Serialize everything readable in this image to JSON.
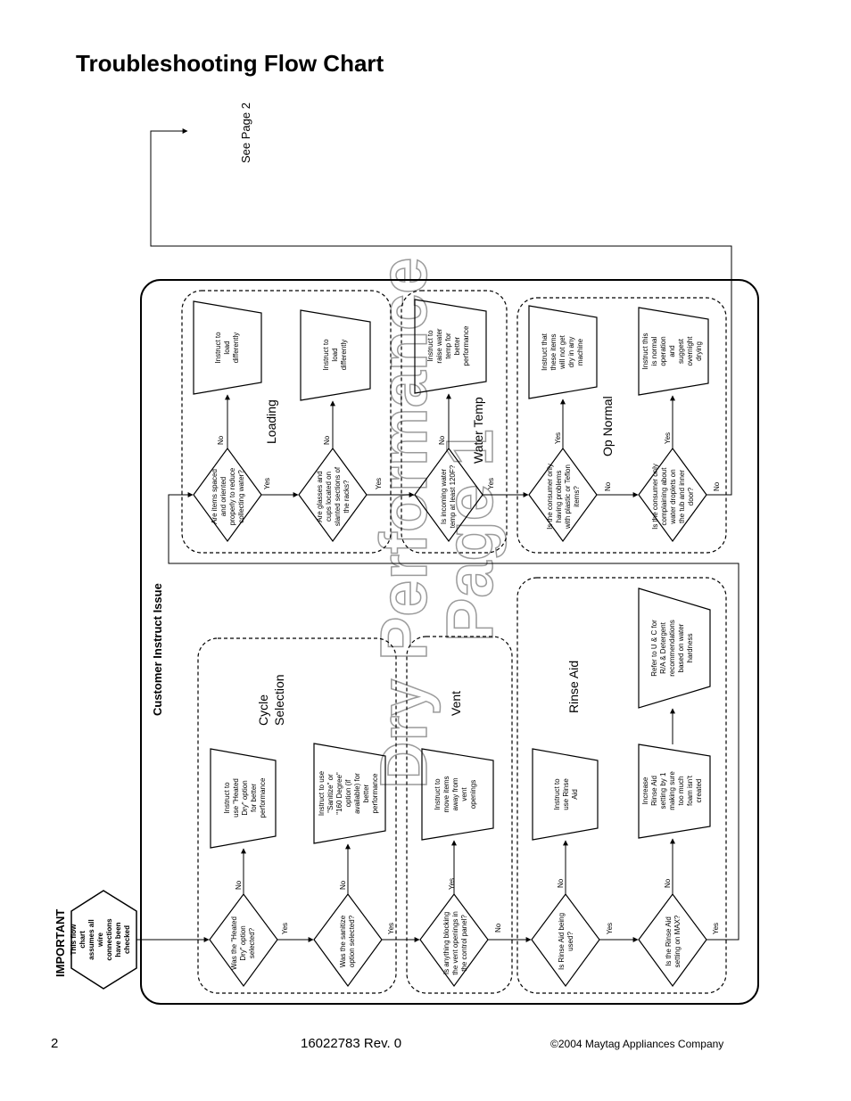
{
  "page": {
    "title": "Troubleshooting Flow Chart",
    "footer_page_number": "2",
    "footer_doc": "16022783 Rev. 0",
    "footer_copyright": "©2004 Maytag Appliances Company"
  },
  "watermark": {
    "line1": "Dry Performance",
    "line2": "Page 1"
  },
  "important": {
    "heading": "IMPORTANT",
    "lines": [
      "This flow",
      "chart",
      "assumes all",
      "wire",
      "connections",
      "have been",
      "checked"
    ]
  },
  "frame_title": "Customer Instruct Issue",
  "see_page": "See Page 2",
  "groups": {
    "loading": "Loading",
    "water_temp": "Water Temp",
    "op_normal": "Op Normal",
    "cycle_selection": [
      "Cycle",
      "Selection"
    ],
    "vent": "Vent",
    "rinse_aid": "Rinse Aid"
  },
  "answers": {
    "yes": "Yes",
    "no": "No"
  },
  "decisions": {
    "heated_dry": [
      "Was the \"Heated",
      "Dry\" option",
      "selected?"
    ],
    "sanitize": [
      "Was the sanitize",
      "option selected?"
    ],
    "vent_blocking": [
      "Is anything blocking",
      "the vent openings in",
      "the control panel?"
    ],
    "rinse_aid_used": [
      "Is Rinse Aid being",
      "used?"
    ],
    "rinse_aid_max": [
      "Is the Rinse Aid",
      "setting on MAX?"
    ],
    "items_spaced": [
      "Are items spaced",
      "and oriented",
      "properly to reduce",
      "collecting water?"
    ],
    "glasses_cups": [
      "Are glasses and",
      "cups located on",
      "slanted sections of",
      "the racks?"
    ],
    "water_temp": [
      "Is incoming water",
      "temp at least 120F?"
    ],
    "plastic_teflon": [
      "Is the consumer only",
      "having problems",
      "with plastic or Teflon",
      "items?"
    ],
    "water_droplets": [
      "Is the consumer only",
      "complaining about",
      "water droplets on",
      "the tub and inner",
      "door?"
    ]
  },
  "actions": {
    "heated_dry": [
      "Instruct to",
      "use \"Heated",
      "Dry\" option",
      "for better",
      "performance"
    ],
    "sanitize": [
      "Instruct to use",
      "\"Sanitize\" or",
      "\"160 Degree\"",
      "option (if",
      "available) for",
      "better",
      "performance"
    ],
    "vent": [
      "Instruct to",
      "move items",
      "away from",
      "vent",
      "openings"
    ],
    "rinse_aid": [
      "Instruct to",
      "use Rinse",
      "Aid"
    ],
    "increase_rinse": [
      "Increase",
      "Rinse Aid",
      "setting by 1",
      "making sure",
      "too much",
      "foam isn't",
      "created"
    ],
    "refer_uc": [
      "Refer to U & C for",
      "R/A & Detergent",
      "recommendations",
      "based on water",
      "hardness"
    ],
    "load_1": [
      "Instruct to",
      "load",
      "differently"
    ],
    "load_2": [
      "Instruct to",
      "load",
      "differently"
    ],
    "raise_temp": [
      "Instruct to",
      "raise water",
      "temp for",
      "better",
      "performance"
    ],
    "plastic_dry": [
      "Instruct that",
      "these items",
      "will not get",
      "dry in any",
      "machine"
    ],
    "normal_operation": [
      "Instruct this",
      "is normal",
      "operation",
      "and",
      "suggest",
      "overnight",
      "drying"
    ]
  }
}
